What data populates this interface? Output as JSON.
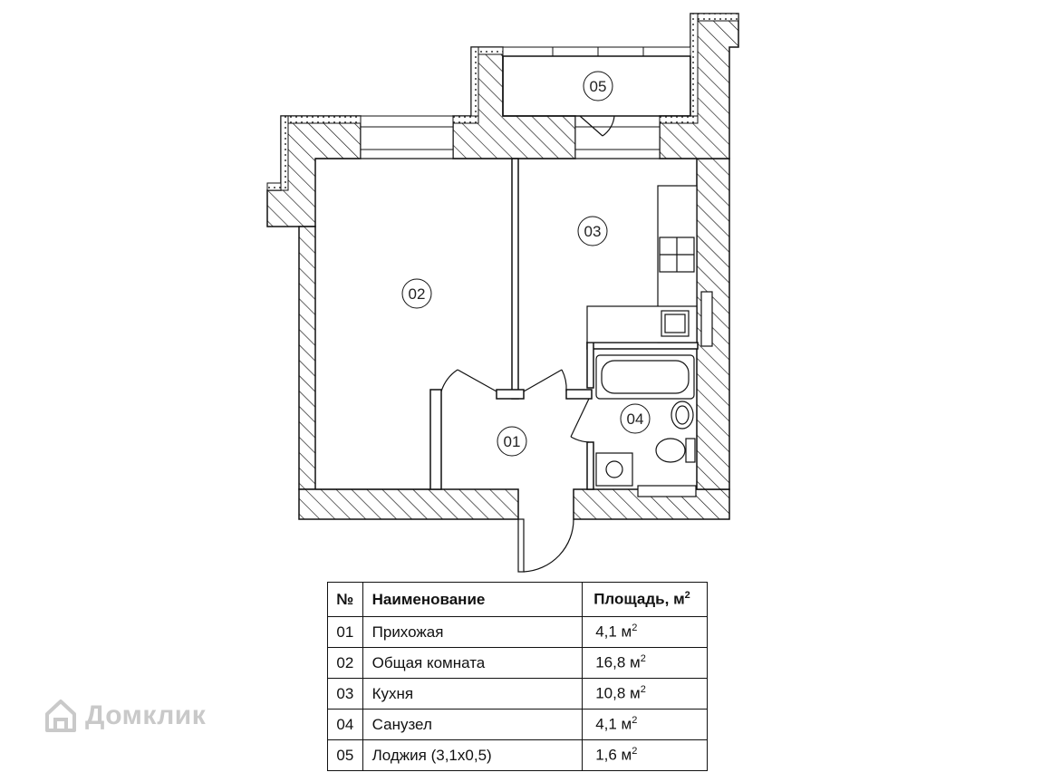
{
  "rooms_on_plan": [
    {
      "number": "01"
    },
    {
      "number": "02"
    },
    {
      "number": "03"
    },
    {
      "number": "04"
    },
    {
      "number": "05"
    }
  ],
  "table": {
    "headers": {
      "number": "№",
      "name": "Наименование",
      "area": "Площадь, м",
      "area_sup": "2"
    },
    "rows": [
      {
        "number": "01",
        "name": "Прихожая",
        "area": "4,1 м",
        "sup": "2"
      },
      {
        "number": "02",
        "name": "Общая комната",
        "area": "16,8 м",
        "sup": "2"
      },
      {
        "number": "03",
        "name": "Кухня",
        "area": "10,8 м",
        "sup": "2"
      },
      {
        "number": "04",
        "name": "Санузел",
        "area": "4,1 м",
        "sup": "2"
      },
      {
        "number": "05",
        "name": "Лоджия (3,1х0,5)",
        "area": "1,6 м",
        "sup": "2"
      }
    ]
  },
  "watermark": {
    "text": "Домклик"
  },
  "colors": {
    "line": "#111111",
    "hatch": "#111111",
    "fixture_fill": "#ffffff",
    "watermark": "#c9c9c9"
  }
}
